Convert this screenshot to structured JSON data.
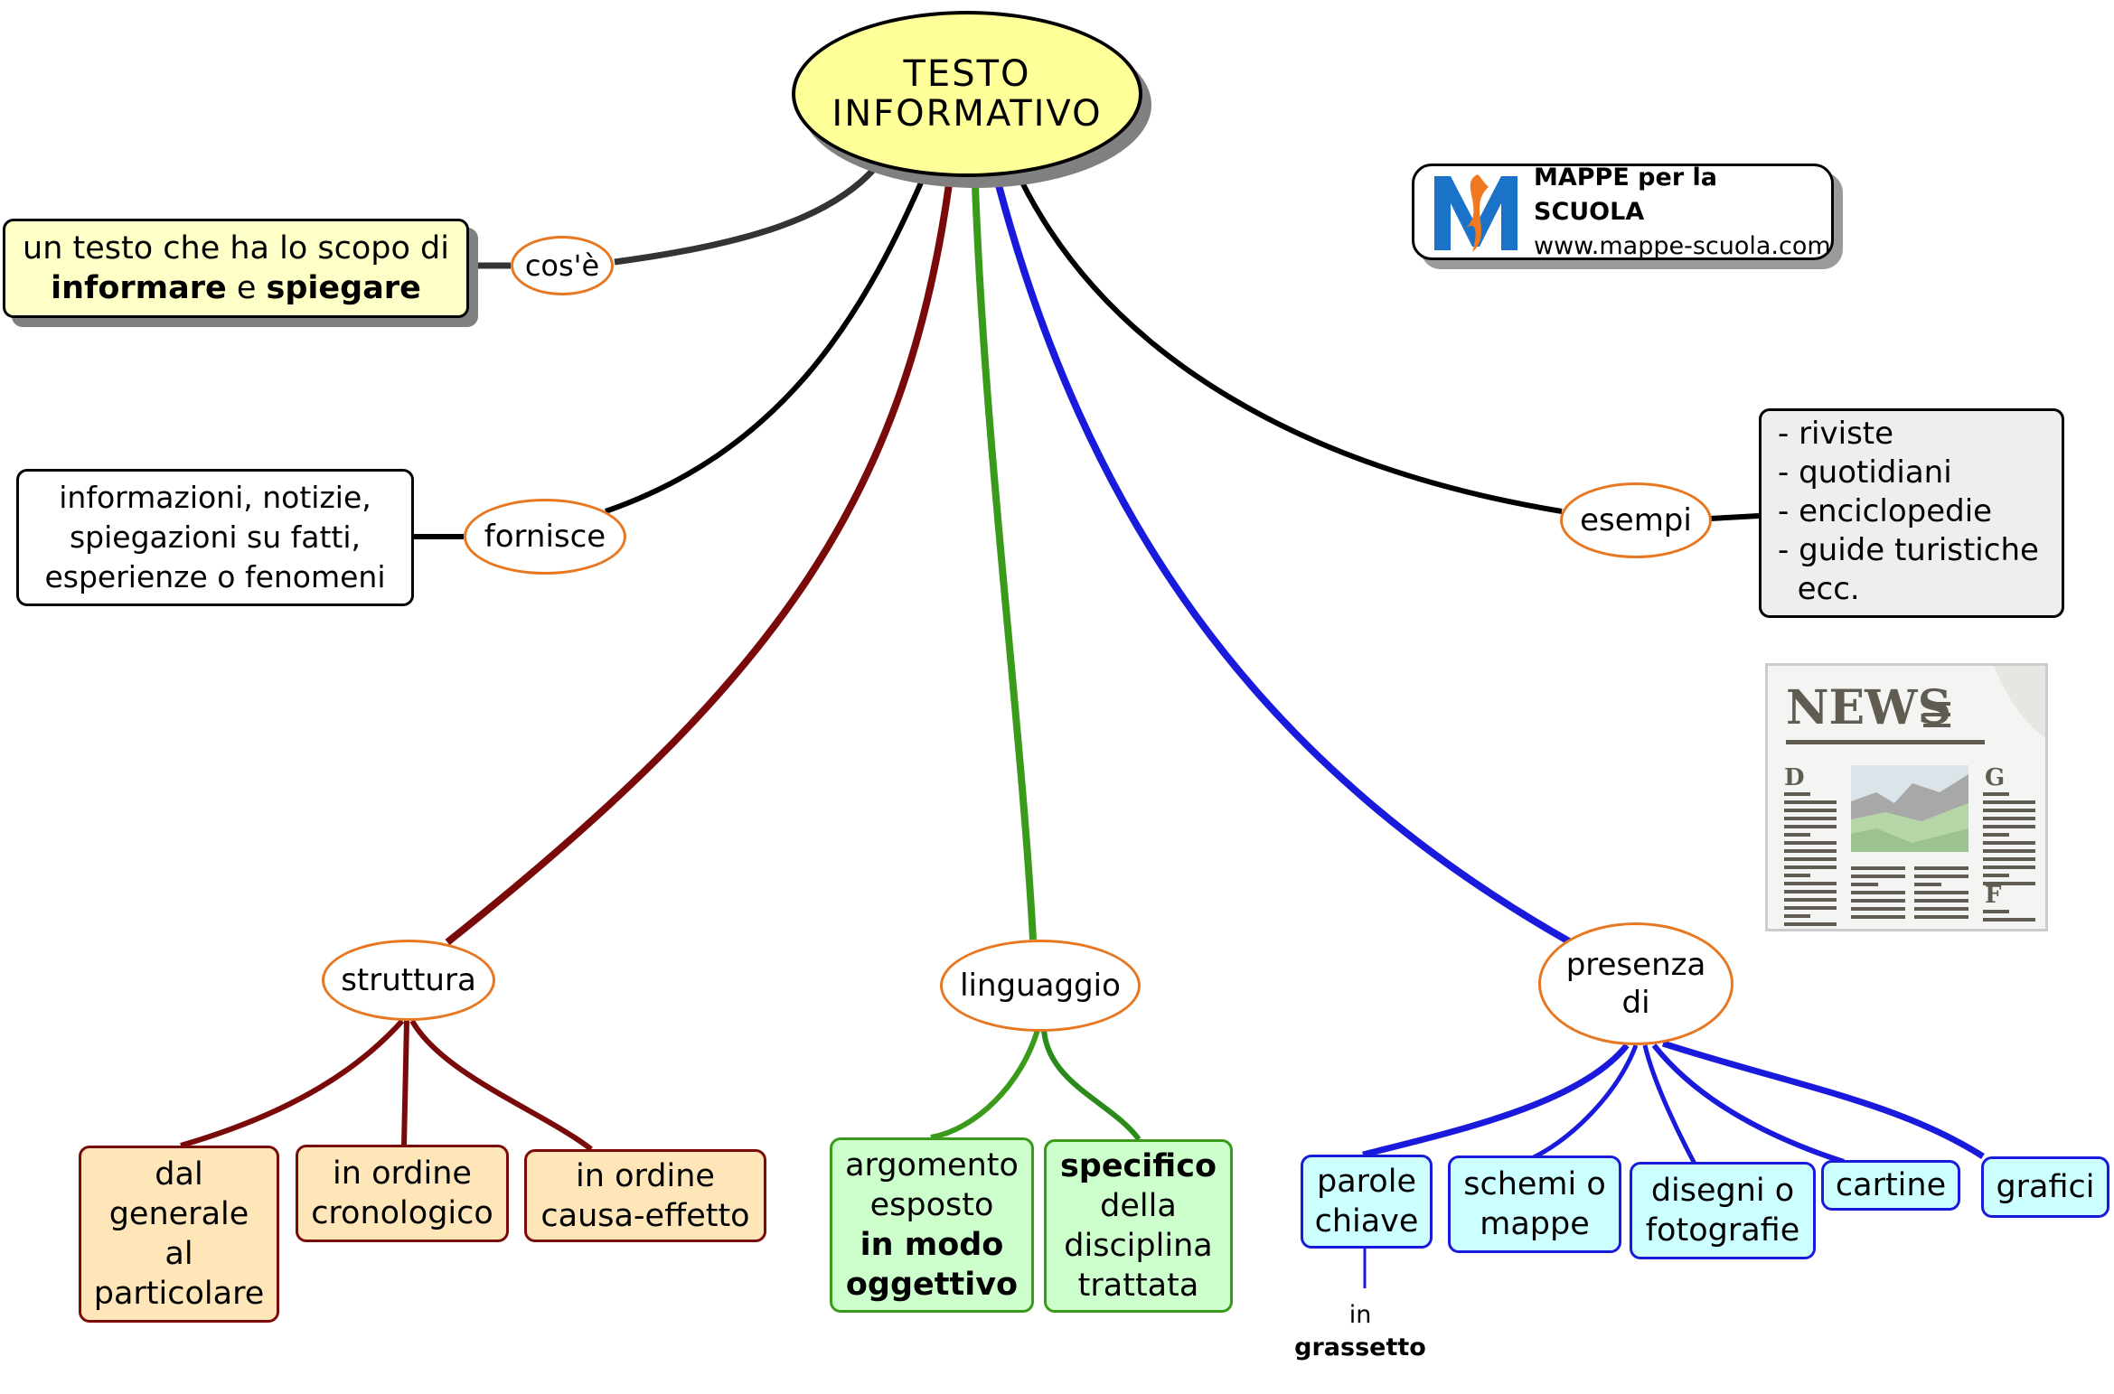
{
  "root": {
    "line1": "TESTO",
    "line2": "INFORMATIVO"
  },
  "branches": {
    "cose": {
      "label": "cos'è",
      "box": {
        "pre": "un testo che ha lo scopo di",
        "bold1": "informare",
        "mid": " e ",
        "bold2": "spiegare"
      }
    },
    "fornisce": {
      "label": "fornisce",
      "box": {
        "lines": [
          "informazioni, notizie,",
          "spiegazioni su fatti,",
          "esperienze o fenomeni"
        ]
      }
    },
    "esempi": {
      "label": "esempi",
      "items": [
        "- riviste",
        "- quotidiani",
        "- enciclopedie",
        "- guide turistiche",
        "  ecc."
      ]
    },
    "struttura": {
      "label": "struttura",
      "children": [
        {
          "lines": [
            "dal",
            "generale",
            "al",
            "particolare"
          ]
        },
        {
          "lines": [
            "in ordine",
            "cronologico"
          ]
        },
        {
          "lines": [
            "in ordine",
            "causa-effetto"
          ]
        }
      ]
    },
    "linguaggio": {
      "label": "linguaggio",
      "children": [
        {
          "normal": [
            "argomento",
            "esposto"
          ],
          "bold": [
            "in modo",
            "oggettivo"
          ]
        },
        {
          "bold": [
            "specifico"
          ],
          "normal": [
            "della",
            "disciplina",
            "trattata"
          ]
        }
      ]
    },
    "presenza": {
      "label_line1": "presenza",
      "label_line2": "di",
      "children": [
        {
          "lines": [
            "parole",
            "chiave"
          ]
        },
        {
          "lines": [
            "schemi o",
            "mappe"
          ]
        },
        {
          "lines": [
            "disegni o",
            "fotografie"
          ]
        },
        {
          "lines": [
            "cartine"
          ]
        },
        {
          "lines": [
            "grafici"
          ]
        }
      ],
      "note": {
        "line1": "in",
        "line2": "grassetto"
      }
    }
  },
  "logo": {
    "title": "MAPPE per la SCUOLA",
    "url": "www.mappe-scuola.com",
    "icon": "mappe-scuola-logo-icon"
  },
  "news_image": {
    "headline": "NEWS",
    "letters": [
      "D",
      "G",
      "F"
    ],
    "icon": "newspaper-icon"
  },
  "colors": {
    "root_fill": "#ffff99",
    "ellipse_border": "#e87722",
    "struttura_link": "#7a0a0a",
    "linguaggio_link": "#3a9a1a",
    "presenza_link": "#1a1adc",
    "neutral_link": "#000000"
  }
}
